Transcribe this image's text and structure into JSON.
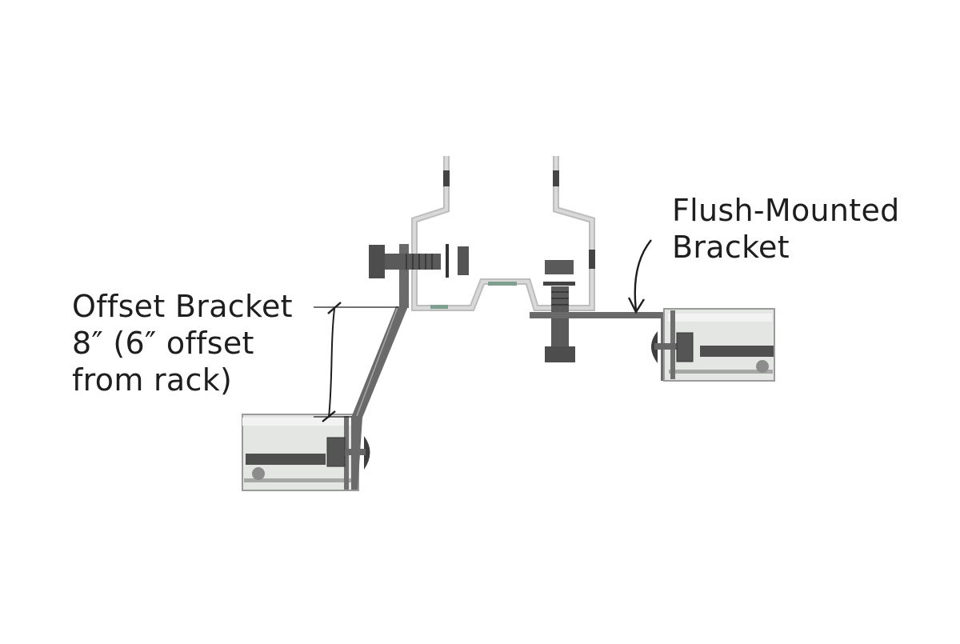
{
  "labels": {
    "offset_bracket": {
      "line1": "Offset Bracket",
      "line2": "8″ (6″ offset",
      "line3": "from rack)"
    },
    "flush_bracket": {
      "line1": "Flush-Mounted",
      "line2": "Bracket"
    }
  },
  "colors": {
    "steel_dark": "#555555",
    "steel_mid": "#8a8a8a",
    "steel_light": "#c9c9c9",
    "rail_fill": "#e3e5e3",
    "rail_edge": "#9a9a9a",
    "line": "#1e1e1e"
  }
}
